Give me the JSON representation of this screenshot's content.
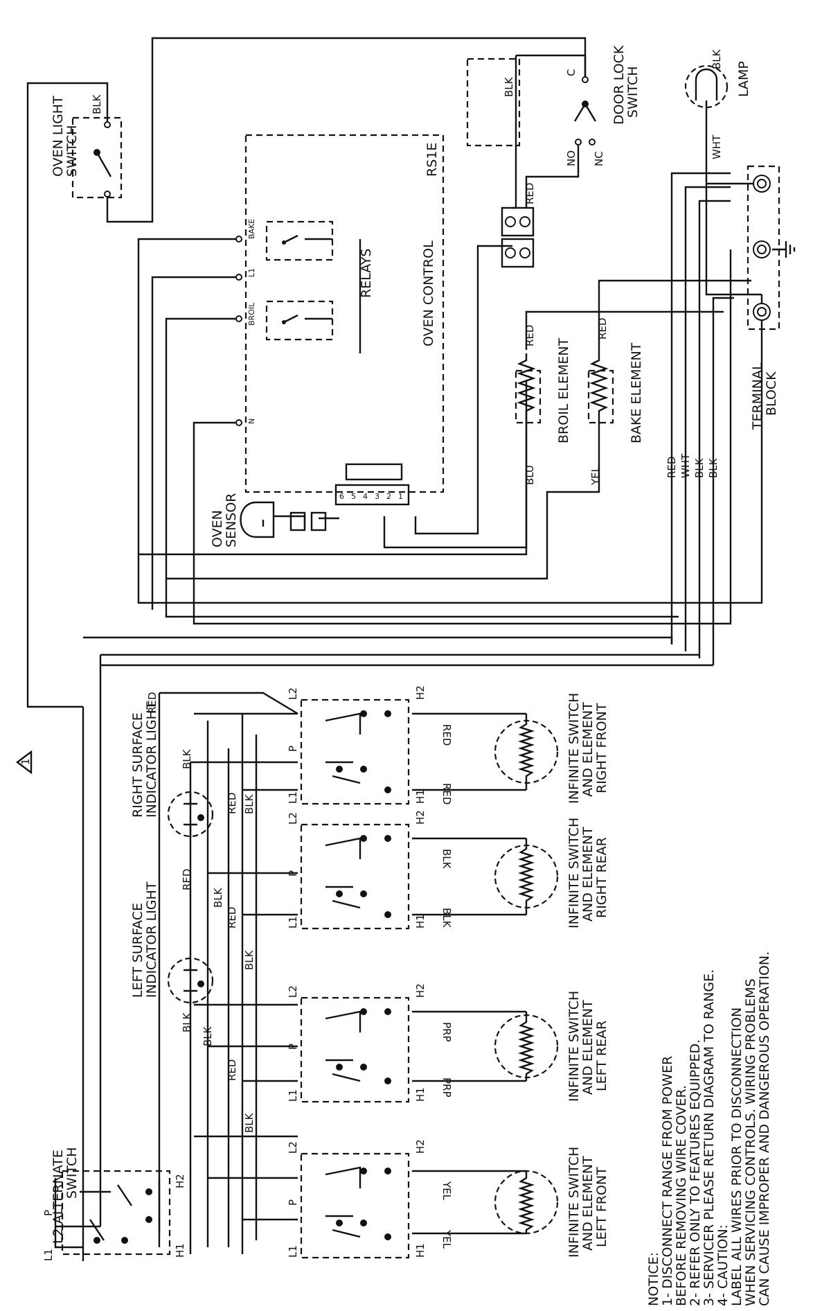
{
  "labels": {
    "oven_light_switch": [
      "OVEN LIGHT",
      "SWITCH"
    ],
    "door_lock_switch": [
      "DOOR LOCK",
      "SWITCH"
    ],
    "lamp": "LAMP",
    "rs1e": "RS1E",
    "oven_control": "OVEN CONTROL",
    "relays": "RELAYS",
    "oven_sensor": [
      "OVEN",
      "SENSOR"
    ],
    "broil_element": "BROIL ELEMENT",
    "bake_element": "BAKE ELEMENT",
    "terminal_block": [
      "TERMINAL",
      "BLOCK"
    ],
    "right_indicator": [
      "RIGHT SURFACE",
      "INDICATOR LIGHT"
    ],
    "left_indicator": [
      "LEFT SURFACE",
      "INDICATOR LIGHT"
    ],
    "alternate_switch": [
      "L2  ALTERNATE",
      "SWITCH"
    ],
    "infinite_rf": [
      "INFINITE SWITCH",
      "AND ELEMENT",
      "RIGHT FRONT"
    ],
    "infinite_rr": [
      "INFINITE SWITCH",
      "AND ELEMENT",
      "RIGHT REAR"
    ],
    "infinite_lr": [
      "INFINITE SWITCH",
      "AND ELEMENT",
      "LEFT REAR"
    ],
    "infinite_lf": [
      "INFINITE SWITCH",
      "AND ELEMENT",
      "LEFT FRONT"
    ],
    "revision": "1"
  },
  "terminals": {
    "bake": "BAKE",
    "l1": "L1",
    "broil": "BROIL",
    "n": "N",
    "c": "C",
    "no": "NO",
    "nc": "NC",
    "sensor_pins": [
      "6",
      "5",
      "4",
      "3",
      "2",
      "1"
    ],
    "switch_top": [
      "L2",
      "P",
      "L1"
    ],
    "element": [
      "H2",
      "H1"
    ],
    "alt": [
      "L1",
      "P",
      "L2",
      "H2",
      "H1"
    ]
  },
  "wire_colors": {
    "blk": "BLK",
    "red": "RED",
    "wht": "WHT",
    "blu": "BLU",
    "yel": "YEL",
    "prp": "PRP"
  },
  "notice": [
    "NOTICE:",
    "1-  DISCONNECT RANGE FROM POWER",
    "    BEFORE REMOVING WIRE COVER.",
    "2-  REFER ONLY TO FEATURES EQUIPPED.",
    "3-  SERVICER PLEASE RETURN DIAGRAM TO RANGE.",
    "4-  CAUTION:",
    "    LABEL ALL WIRES PRIOR TO DISCONNECTION",
    "    WHEN SERVICING CONTROLS. WIRING PROBLEMS",
    "    CAN CAUSE IMPROPER AND DANGEROUS OPERATION."
  ]
}
